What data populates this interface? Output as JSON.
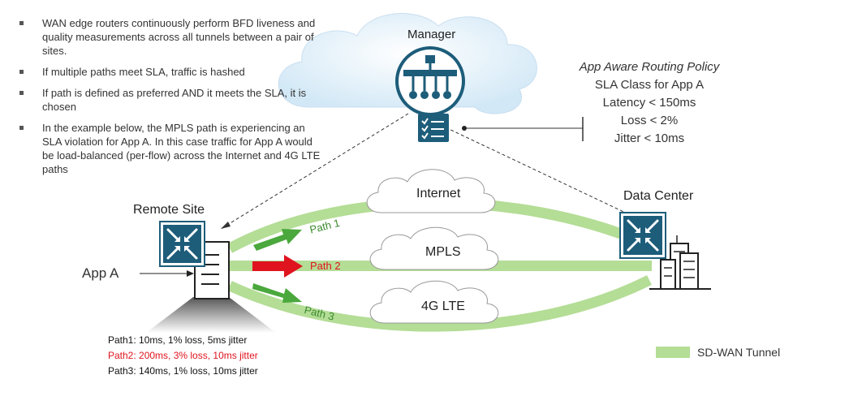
{
  "bullets": [
    "WAN edge routers continuously perform BFD liveness and quality measurements across all tunnels between a pair of sites.",
    "If multiple paths meet SLA, traffic is hashed",
    "If path is defined as preferred AND it meets the SLA, it is chosen",
    "In the example below, the MPLS path is experiencing an SLA violation for App A.  In this case traffic for App A would be load-balanced (per-flow) across the Internet and 4G LTE paths"
  ],
  "manager": {
    "label": "Manager"
  },
  "policy": {
    "title": "App Aware Routing Policy",
    "lines": [
      "SLA Class for App A",
      "Latency < 150ms",
      "Loss < 2%",
      "Jitter < 10ms"
    ]
  },
  "sites": {
    "remote": "Remote Site",
    "datacenter": "Data Center",
    "app": "App A"
  },
  "transports": {
    "internet": "Internet",
    "mpls": "MPLS",
    "lte": "4G LTE"
  },
  "paths": {
    "p1": "Path 1",
    "p2": "Path 2",
    "p3": "Path 3"
  },
  "stats": {
    "path1": "Path1: 10ms, 1% loss, 5ms jitter",
    "path2": "Path2: 200ms, 3% loss, 10ms jitter",
    "path3": "Path3: 140ms, 1% loss, 10ms jitter"
  },
  "legend": {
    "tunnel": "SD-WAN Tunnel"
  },
  "colors": {
    "tunnel": "#b4dd96",
    "arrow_ok": "#4aa83c",
    "arrow_bad": "#e0141e",
    "router": "#1d5d7a",
    "cloud": "#dbeef9",
    "path_label": "#3a8a2c",
    "violation": "#e0141e"
  },
  "icons": {
    "manager": "network-hierarchy-icon",
    "router": "router-arrows-icon",
    "checklist": "checklist-icon",
    "building": "building-icon",
    "server": "server-tower-icon"
  }
}
